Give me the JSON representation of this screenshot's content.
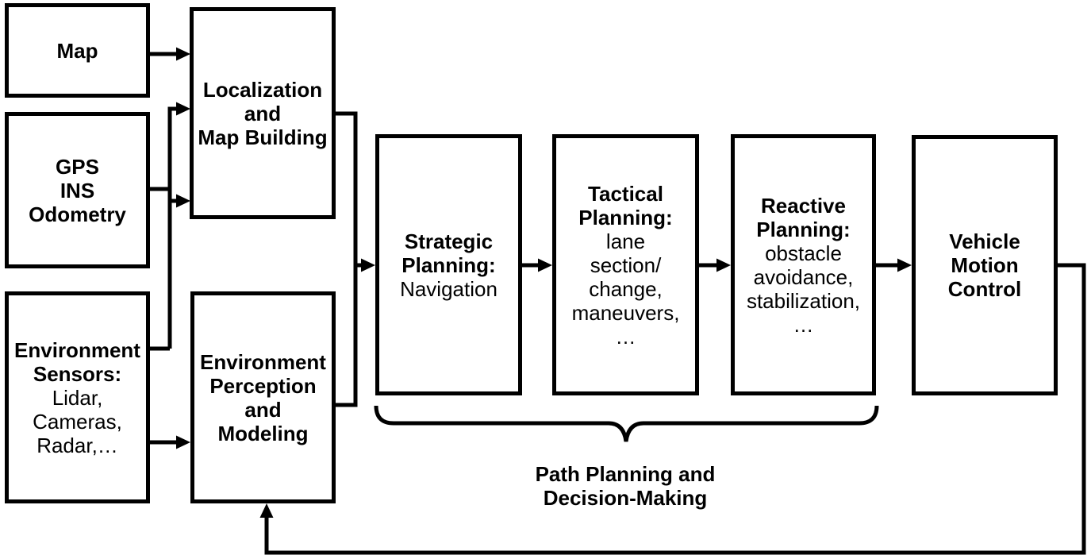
{
  "colors": {
    "background": "#ffffff",
    "line": "#000000",
    "text": "#000000"
  },
  "boxes": {
    "map": {
      "title_lines": [
        "Map"
      ]
    },
    "gps_ins_odometry": {
      "title_lines": [
        "GPS",
        "INS",
        "Odometry"
      ]
    },
    "environment_sensors": {
      "title_lines": [
        "Environment",
        "Sensors:"
      ],
      "detail_lines": [
        "Lidar,",
        "Cameras,",
        "Radar,…"
      ]
    },
    "localization_map_building": {
      "title_lines": [
        "Localization",
        "and",
        "Map Building"
      ]
    },
    "environment_perception_modeling": {
      "title_lines": [
        "Environment",
        "Perception",
        "and",
        "Modeling"
      ]
    },
    "strategic_planning": {
      "title_lines": [
        "Strategic",
        "Planning:"
      ],
      "detail_lines": [
        "Navigation"
      ]
    },
    "tactical_planning": {
      "title_lines": [
        "Tactical",
        "Planning:"
      ],
      "detail_lines": [
        "lane",
        "section/",
        "change,",
        "maneuvers,",
        "…"
      ]
    },
    "reactive_planning": {
      "title_lines": [
        "Reactive",
        "Planning:"
      ],
      "detail_lines": [
        "obstacle",
        "avoidance,",
        "stabilization,",
        "…"
      ]
    },
    "vehicle_motion_control": {
      "title_lines": [
        "Vehicle",
        "Motion",
        "Control"
      ]
    }
  },
  "brace": {
    "label_lines": [
      "Path Planning and",
      "Decision-Making"
    ]
  }
}
